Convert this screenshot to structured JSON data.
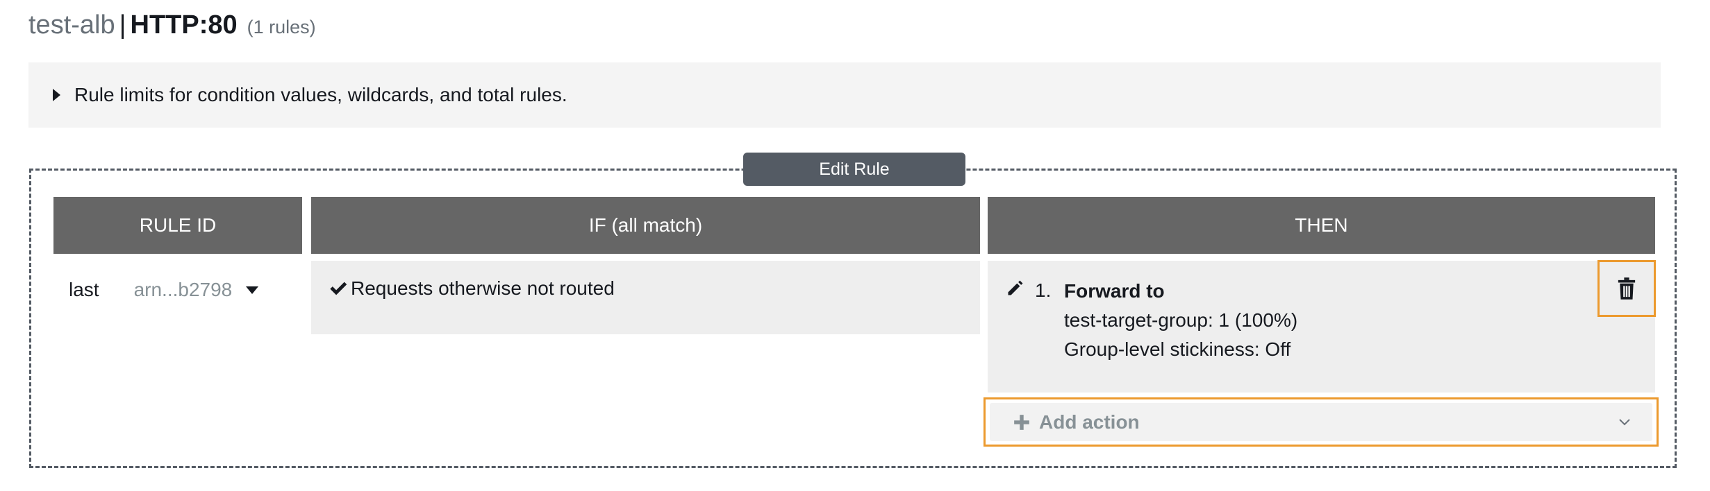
{
  "header": {
    "lb_name": "test-alb",
    "separator": "|",
    "listener": "HTTP:80",
    "rule_count": "(1 rules)"
  },
  "limits": {
    "text": "Rule limits for condition values, wildcards, and total rules."
  },
  "edit_rule": {
    "label": "Edit Rule"
  },
  "table": {
    "headers": [
      "RULE ID",
      "IF (all match)",
      "THEN"
    ],
    "rule": {
      "priority": "last",
      "arn": "arn...b2798",
      "condition": "Requests otherwise not routed",
      "action": {
        "number": "1.",
        "title": "Forward to",
        "target": "test-target-group: 1 (100%)",
        "stickiness": "Group-level stickiness: Off"
      }
    }
  },
  "add_action": {
    "label": "Add action"
  },
  "colors": {
    "header_bg": "#666666",
    "cell_bg": "#eeeeee",
    "highlight": "#ec9a2e",
    "frame": "#545b64"
  },
  "icons": {
    "expand": "caret-right-icon",
    "arn_dropdown": "caret-down-icon",
    "condition": "check-icon",
    "edit_action": "pencil-icon",
    "delete": "trash-icon",
    "add": "plus-icon",
    "add_dropdown": "chevron-down-icon"
  }
}
